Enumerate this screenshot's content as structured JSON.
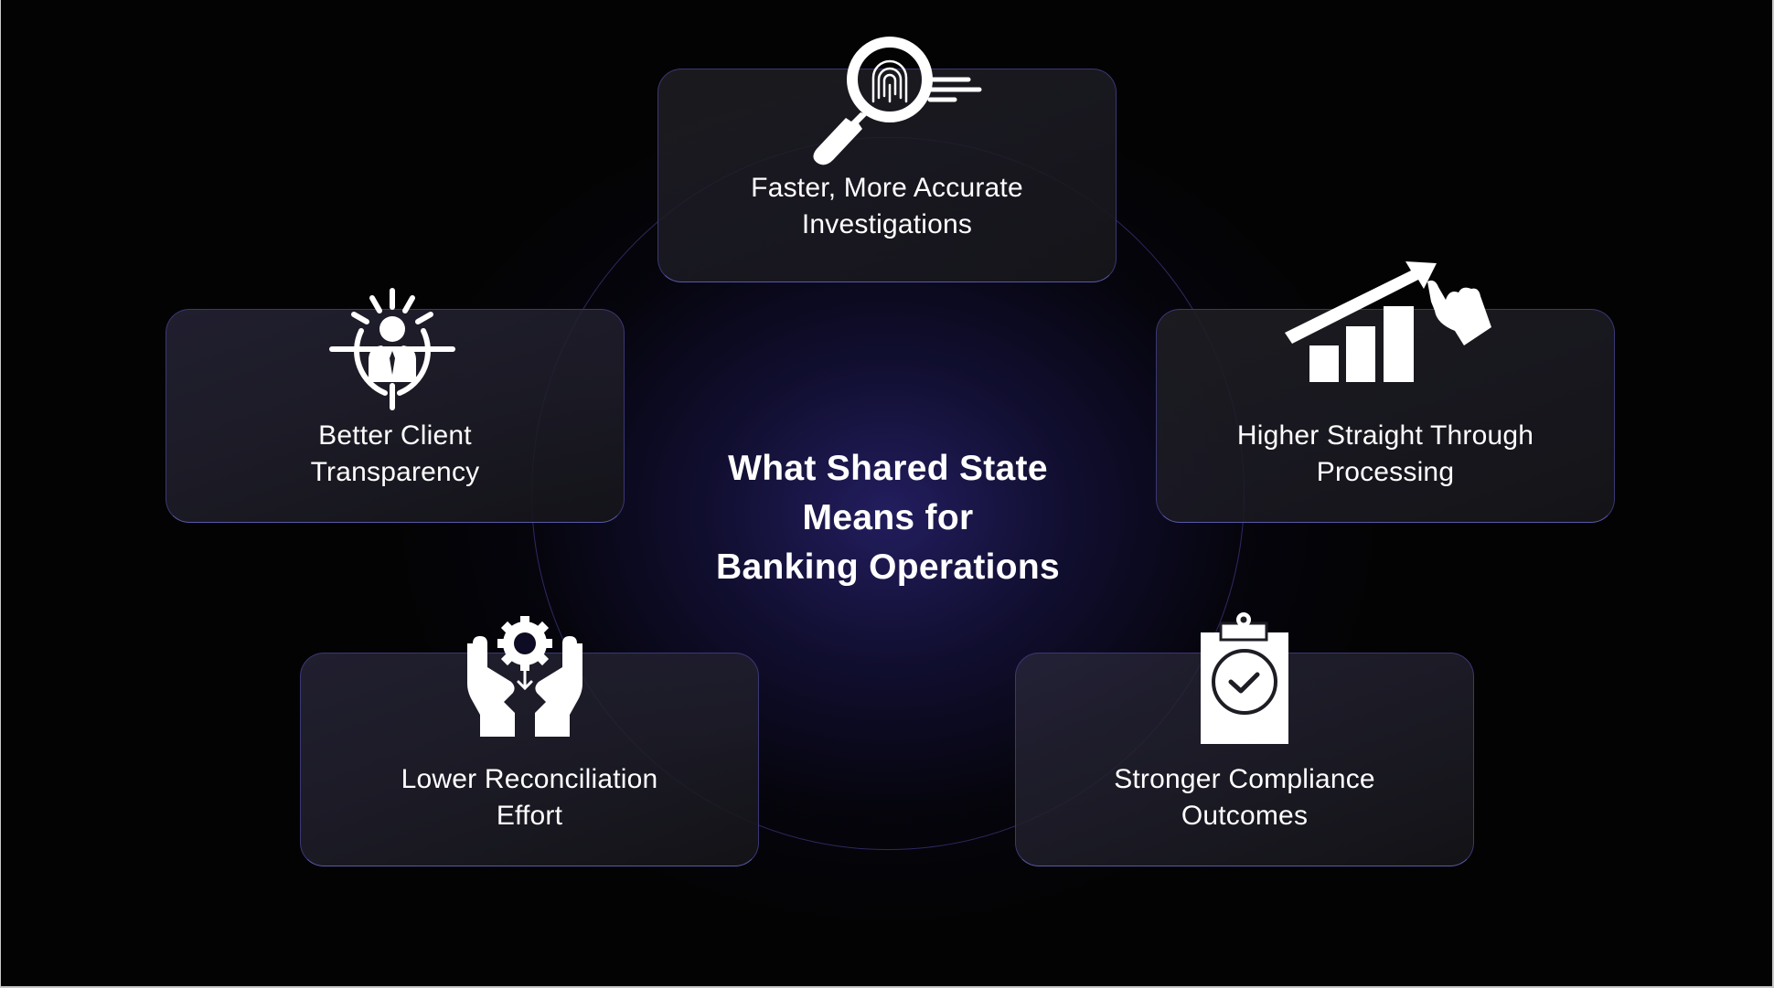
{
  "diagram": {
    "title_lines": [
      "What Shared State",
      "Means for",
      "Banking Operations"
    ],
    "colors": {
      "background": "#030303",
      "glow": "#28226e",
      "card_fill": "#1c1b22",
      "card_border_top": "#3b3775",
      "card_border_bottom": "#5a58aa",
      "ring": "#5048aa",
      "text": "#ffffff"
    },
    "cards": [
      {
        "id": "investigations",
        "icon": "fingerprint-magnifier-icon",
        "lines": [
          "Faster, More Accurate",
          "Investigations"
        ]
      },
      {
        "id": "transparency",
        "icon": "client-target-icon",
        "lines": [
          "Better Client",
          "Transparency"
        ]
      },
      {
        "id": "stp",
        "icon": "growth-chart-hand-icon",
        "lines": [
          "Higher Straight Through",
          "Processing"
        ]
      },
      {
        "id": "reconciliation",
        "icon": "hands-gear-icon",
        "lines": [
          "Lower Reconciliation",
          "Effort"
        ]
      },
      {
        "id": "compliance",
        "icon": "clipboard-check-icon",
        "lines": [
          "Stronger Compliance",
          "Outcomes"
        ]
      }
    ]
  }
}
